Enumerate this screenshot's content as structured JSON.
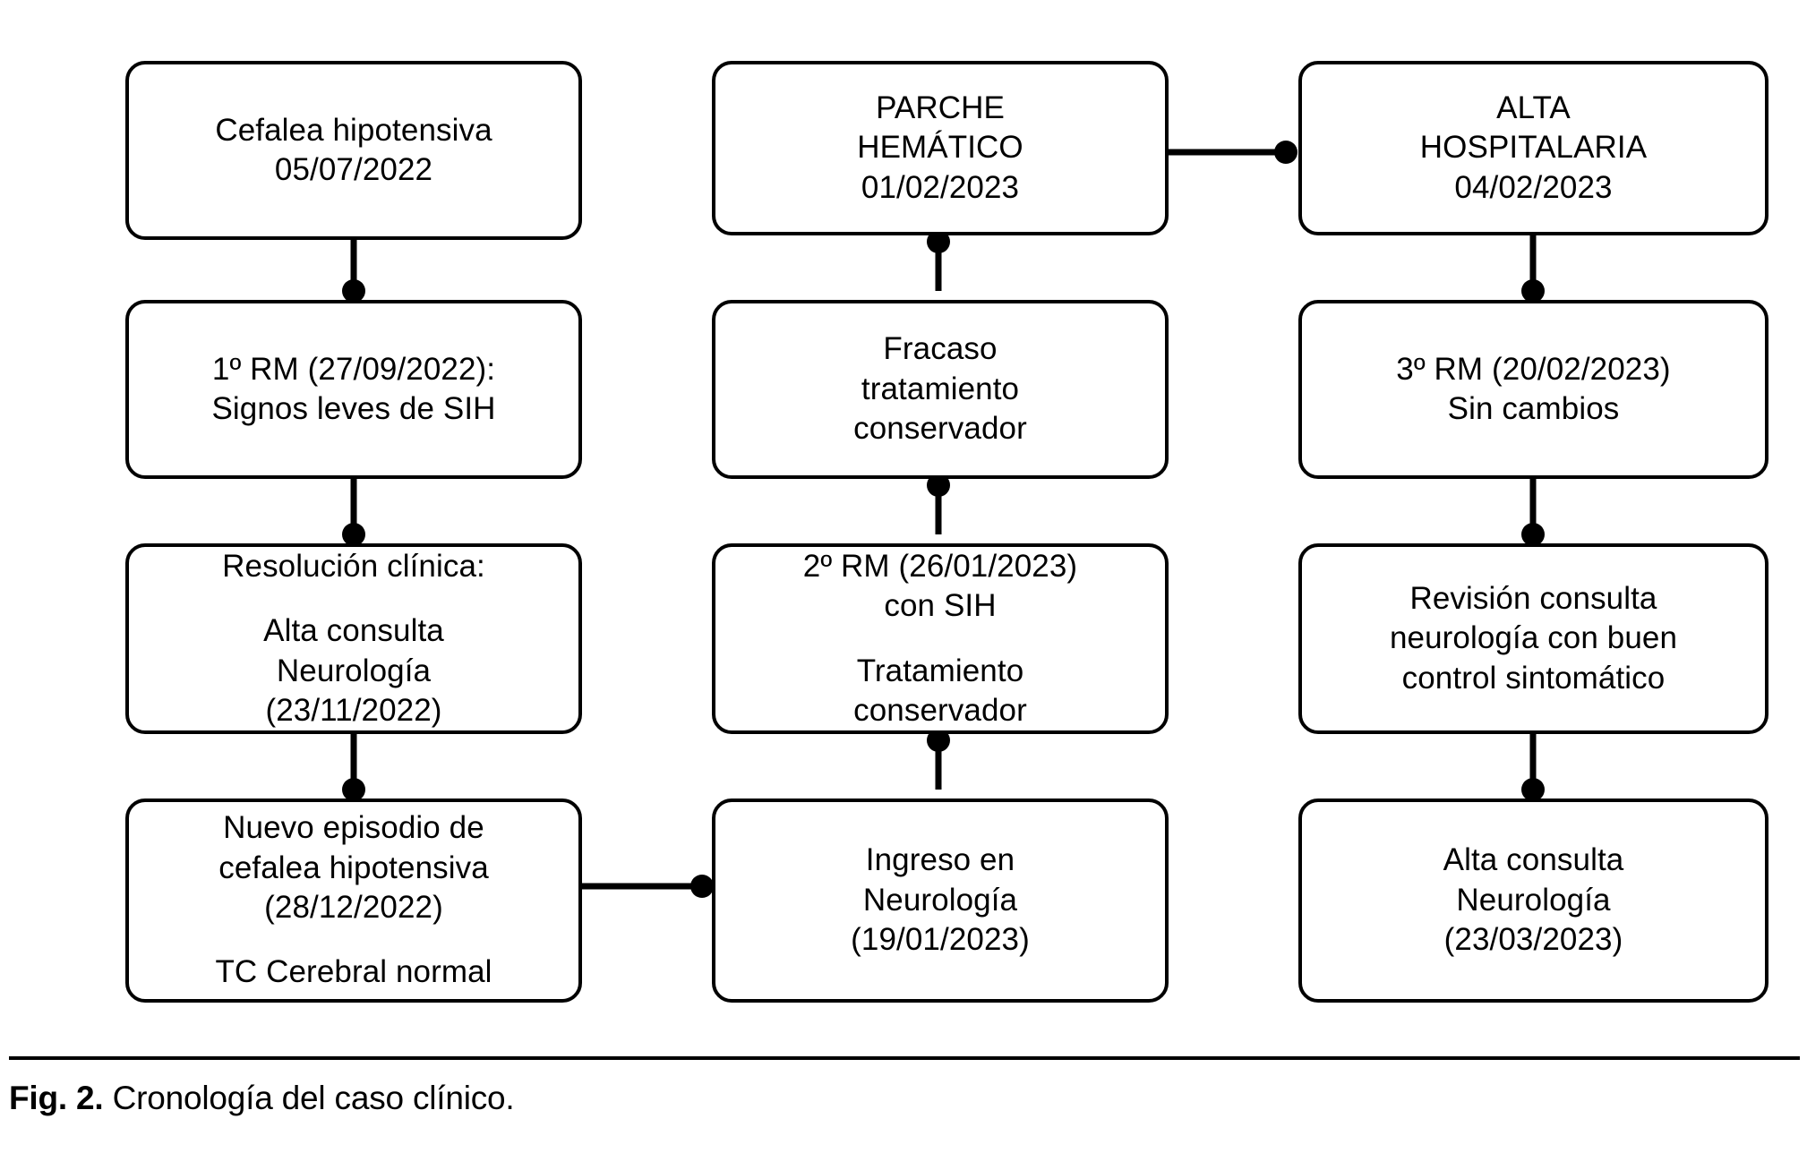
{
  "figure": {
    "caption_label": "Fig. 2.",
    "caption_body": " Cronología del caso clínico.",
    "type": "flowchart",
    "stroke_color": "#000000",
    "fill_color": "#ffffff",
    "columns": 3,
    "rows": 4
  },
  "nodes": {
    "c1r1": {
      "id": "cefalea-hipotensiva",
      "lines": [
        "Cefalea hipotensiva",
        "05/07/2022"
      ],
      "column": 1,
      "row": 1
    },
    "c1r2": {
      "id": "primera-rm",
      "lines": [
        "1º RM (27/09/2022):",
        "Signos leves de SIH"
      ],
      "column": 1,
      "row": 2
    },
    "c1r3": {
      "id": "resolucion-clinica",
      "lines": [
        "Resolución clínica:",
        "Alta consulta",
        "Neurología",
        "(23/11/2022)"
      ],
      "column": 1,
      "row": 3
    },
    "c1r4": {
      "id": "nuevo-episodio",
      "lines": [
        "Nuevo episodio de",
        "cefalea hipotensiva",
        "(28/12/2022)",
        "TC Cerebral normal"
      ],
      "column": 1,
      "row": 4
    },
    "c2r1": {
      "id": "parche-hematico",
      "lines": [
        "PARCHE",
        "HEMÁTICO",
        "01/02/2023"
      ],
      "column": 2,
      "row": 1
    },
    "c2r2": {
      "id": "fracaso-tratamiento",
      "lines": [
        "Fracaso",
        "tratamiento",
        "conservador"
      ],
      "column": 2,
      "row": 2
    },
    "c2r3": {
      "id": "segunda-rm",
      "lines": [
        "2º RM (26/01/2023)",
        "con SIH",
        "Tratamiento",
        "conservador"
      ],
      "column": 2,
      "row": 3
    },
    "c2r4": {
      "id": "ingreso-neurologia",
      "lines": [
        "Ingreso en",
        "Neurología",
        "(19/01/2023)"
      ],
      "column": 2,
      "row": 4
    },
    "c3r1": {
      "id": "alta-hospitalaria",
      "lines": [
        "ALTA",
        "HOSPITALARIA",
        "04/02/2023"
      ],
      "column": 3,
      "row": 1
    },
    "c3r2": {
      "id": "tercera-rm",
      "lines": [
        "3º RM (20/02/2023)",
        "Sin cambios"
      ],
      "column": 3,
      "row": 2
    },
    "c3r3": {
      "id": "revision-consulta",
      "lines": [
        "Revisión consulta",
        "neurología con buen",
        "control sintomático"
      ],
      "column": 3,
      "row": 3
    },
    "c3r4": {
      "id": "alta-consulta",
      "lines": [
        "Alta consulta",
        "Neurología",
        "(23/03/2023)"
      ],
      "column": 3,
      "row": 4
    }
  },
  "edges": [
    {
      "id": "edge-c1r1-c1r2",
      "from": "cefalea-hipotensiva",
      "to": "primera-rm",
      "direction": "down"
    },
    {
      "id": "edge-c1r2-c1r3",
      "from": "primera-rm",
      "to": "resolucion-clinica",
      "direction": "down"
    },
    {
      "id": "edge-c1r3-c1r4",
      "from": "resolucion-clinica",
      "to": "nuevo-episodio",
      "direction": "down"
    },
    {
      "id": "edge-c1r4-c2r4",
      "from": "nuevo-episodio",
      "to": "ingreso-neurologia",
      "direction": "right"
    },
    {
      "id": "edge-c2r4-c2r3",
      "from": "ingreso-neurologia",
      "to": "segunda-rm",
      "direction": "up"
    },
    {
      "id": "edge-c2r3-c2r2",
      "from": "segunda-rm",
      "to": "fracaso-tratamiento",
      "direction": "up"
    },
    {
      "id": "edge-c2r2-c2r1",
      "from": "fracaso-tratamiento",
      "to": "parche-hematico",
      "direction": "up"
    },
    {
      "id": "edge-c2r1-c3r1",
      "from": "parche-hematico",
      "to": "alta-hospitalaria",
      "direction": "right"
    },
    {
      "id": "edge-c3r1-c3r2",
      "from": "alta-hospitalaria",
      "to": "tercera-rm",
      "direction": "down"
    },
    {
      "id": "edge-c3r2-c3r3",
      "from": "tercera-rm",
      "to": "revision-consulta",
      "direction": "down"
    },
    {
      "id": "edge-c3r3-c3r4",
      "from": "revision-consulta",
      "to": "alta-consulta",
      "direction": "down"
    }
  ]
}
